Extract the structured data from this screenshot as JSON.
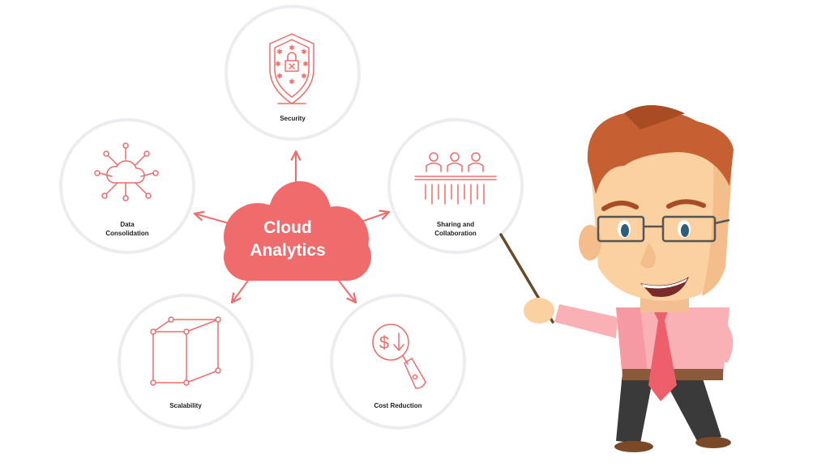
{
  "center": {
    "line1": "Cloud",
    "line2": "Analytics"
  },
  "nodes": {
    "security": "Security",
    "data_consolidation_line1": "Data",
    "data_consolidation_line2": "Consolidation",
    "sharing_line1": "Sharing and",
    "sharing_line2": "Collaboration",
    "scalability": "Scalability",
    "cost_reduction": "Cost Reduction"
  },
  "colors": {
    "accent": "#f06b6b",
    "ring": "#ecedf1",
    "label": "#1f1f1f",
    "skin": "#fbd1a2",
    "hair": "#c65f32",
    "shirt": "#f9b1b6",
    "tie": "#ee5f6c"
  },
  "icons": [
    "shield-lock-icon",
    "cloud-network-icon",
    "people-meeting-icon",
    "cube-icon",
    "magnifier-dollar-down-icon"
  ]
}
